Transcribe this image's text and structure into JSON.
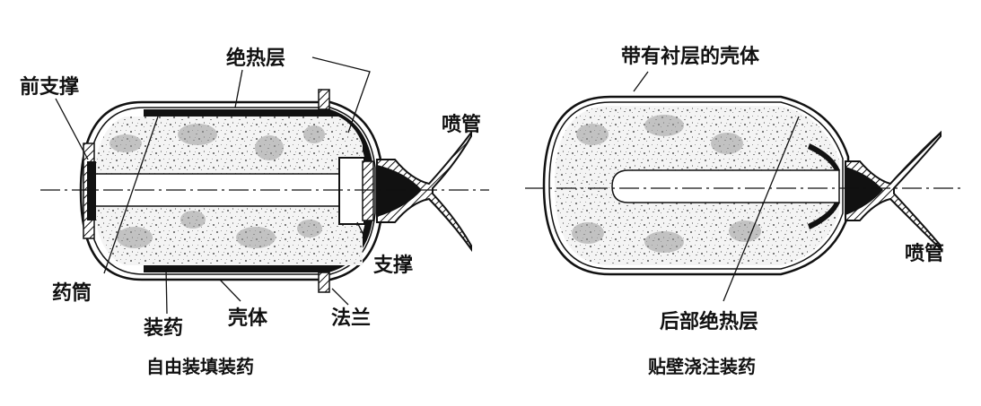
{
  "left": {
    "caption": "自由装填装药",
    "labels": {
      "front_support": "前支撑",
      "insulation": "绝热层",
      "nozzle": "喷管",
      "tube": "药筒",
      "grain": "装药",
      "case": "壳体",
      "support": "支撑",
      "flange": "法兰"
    }
  },
  "right": {
    "caption": "贴壁浇注装药",
    "labels": {
      "lined_case": "带有衬层的壳体",
      "nozzle": "喷管",
      "aft_insulation": "后部绝热层"
    }
  }
}
